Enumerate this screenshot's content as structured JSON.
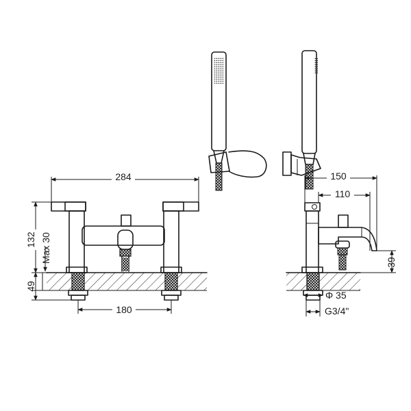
{
  "dimensions": {
    "front_width": "284",
    "front_height": "132",
    "max_deck": "Max 30",
    "deck_depth": "49",
    "centres": "180",
    "side_projection": "150",
    "spout_projection": "110",
    "spout_height": "39",
    "base_diameter": "Φ 35",
    "thread": "G3/4\""
  }
}
